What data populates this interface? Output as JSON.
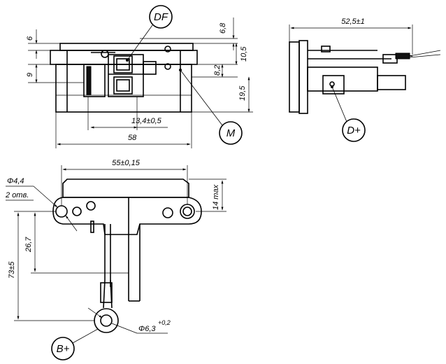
{
  "labels": {
    "df": "DF",
    "m": "M",
    "d_plus": "D+",
    "b_plus": "B+"
  },
  "dimensions": {
    "top_6": "6",
    "top_9": "9",
    "top_6_8": "6,8",
    "top_10_5": "10,5",
    "top_8_2": "8,2",
    "top_19_5": "19,5",
    "top_13_4": "13,4±0,5",
    "top_58": "58",
    "side_52_5": "52,5±1",
    "bot_55": "55±0,15",
    "bot_14max": "14 max",
    "bot_hole_dia": "Φ4,4",
    "bot_hole_count": "2 отв.",
    "bot_26_7": "26,7",
    "bot_73": "73±5",
    "bot_ring_dia": "Φ6,3",
    "bot_ring_tol": "+0,2"
  }
}
